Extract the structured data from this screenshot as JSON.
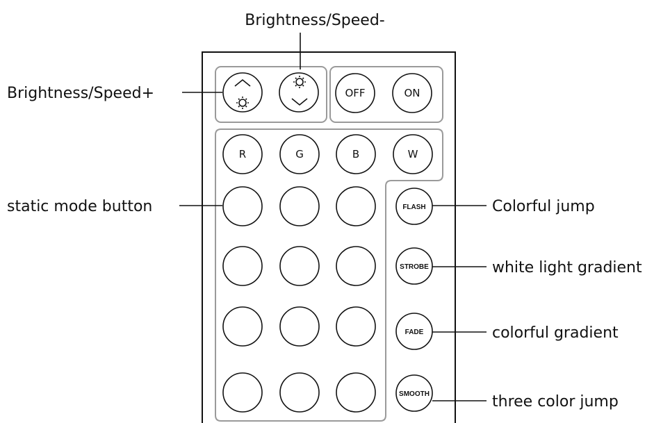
{
  "labels": {
    "brightness_speed_minus": "Brightness/Speed-",
    "brightness_speed_plus": "Brightness/Speed+",
    "static_mode_button": "static mode button",
    "colorful_jump": "Colorful jump",
    "white_light_gradient": "white light gradient",
    "colorful_gradient": "colorful gradient",
    "three_color_jump": "three color jump"
  },
  "buttons": {
    "off": "OFF",
    "on": "ON",
    "r": "R",
    "g": "G",
    "b": "B",
    "w": "W",
    "flash": "FLASH",
    "strobe": "STROBE",
    "fade": "FADE",
    "smooth": "SMOOTH"
  },
  "icons": {
    "brightness_up": "sun-with-up-chevron-icon",
    "brightness_down": "sun-with-down-chevron-icon"
  },
  "colors": {
    "outline": "#111111",
    "group_border": "#9a9a9a",
    "background": "#ffffff"
  }
}
